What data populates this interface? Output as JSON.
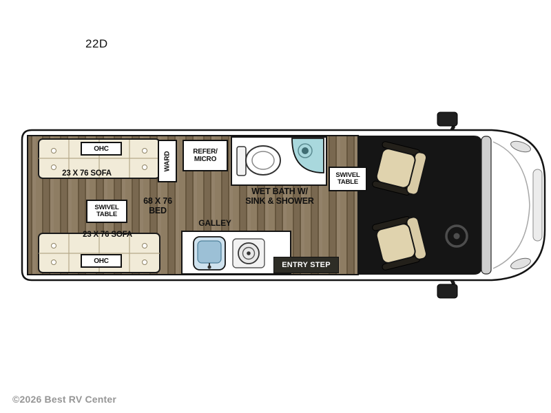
{
  "title": "22D",
  "plan": {
    "ohc_top": "OHC",
    "sofa_top": "23 X 76 SOFA",
    "ward": "WARD",
    "refer_line1": "REFER/",
    "refer_line2": "MICRO",
    "wet_bath_line1": "WET BATH W/",
    "wet_bath_line2": "SINK & SHOWER",
    "swivel_table_right_line1": "SWIVEL",
    "swivel_table_right_line2": "TABLE",
    "swivel_table_left_line1": "SWIVEL",
    "swivel_table_left_line2": "TABLE",
    "bed_line1": "68 X 76",
    "bed_line2": "BED",
    "galley": "GALLEY",
    "entry_step": "ENTRY STEP",
    "sofa_bottom": "23 X 76 SOFA",
    "ohc_bottom": "OHC"
  },
  "watermark": "©2026 Best RV Center",
  "colors": {
    "floor_wood": "#84735a",
    "cab_floor": "#151515",
    "furniture_cream": "#f1ebd8",
    "seat_tan": "#e0d3ae",
    "shower_teal": "#a9d8dd",
    "sink_blue": "#9cc0d6",
    "entry_step_bg": "#2e2d26",
    "outline": "#141414",
    "watermark_gray": "#969696"
  }
}
